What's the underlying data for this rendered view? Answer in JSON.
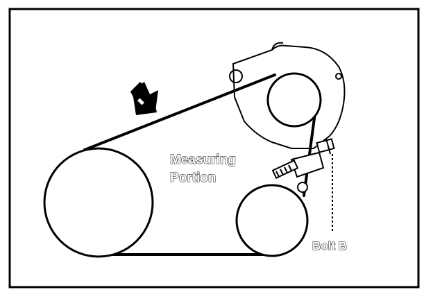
{
  "labels": {
    "measuring_line1": "Measuring",
    "measuring_line2": "Portion",
    "bolt": "Bolt B"
  },
  "colors": {
    "ink": "#000000",
    "paper": "#ffffff"
  },
  "icons": {
    "pointer": "arrow-down-right-icon"
  }
}
